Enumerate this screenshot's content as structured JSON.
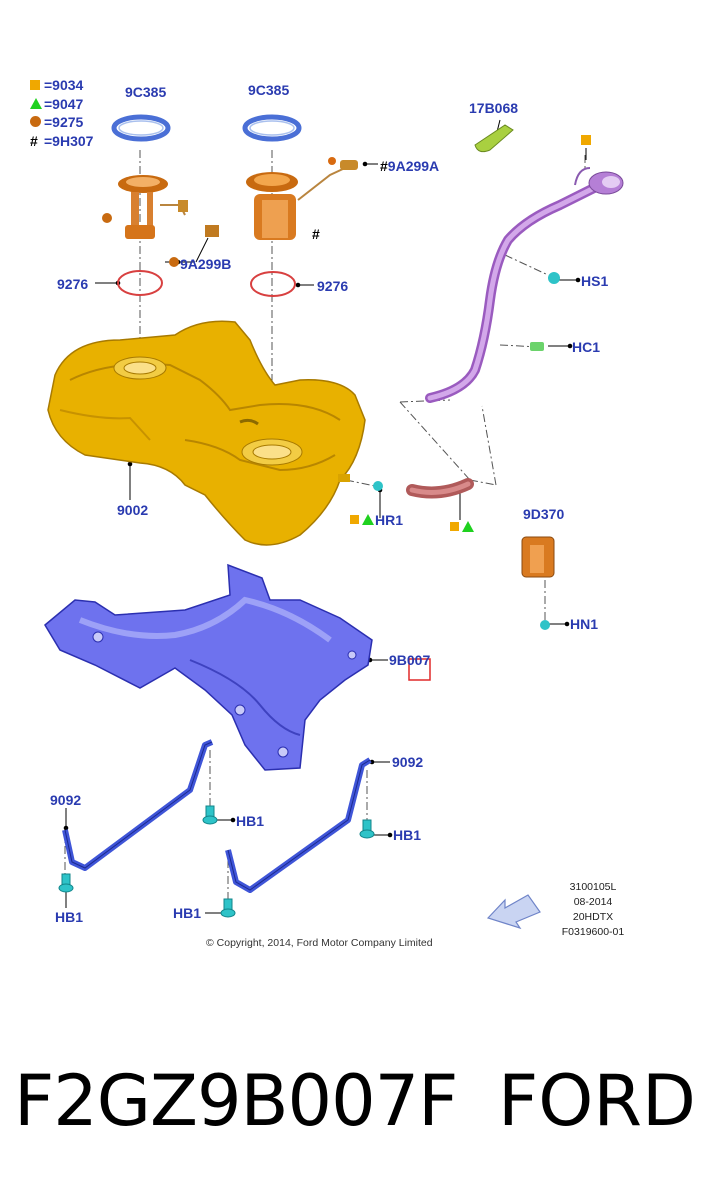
{
  "legend": [
    {
      "icon": "square-icon",
      "color": "#f0a800",
      "text": "=9034"
    },
    {
      "icon": "triangle-icon",
      "color": "#1fd11f",
      "text": "=9047"
    },
    {
      "icon": "circle-icon",
      "color": "#c86a10",
      "text": "=9275"
    },
    {
      "icon": "hash-icon",
      "text": "=9H307"
    }
  ],
  "labels": {
    "ring_left": "9C385",
    "ring_right": "9C385",
    "clip": "17B068",
    "sender": "9A299A",
    "sender_b": "9A299B",
    "seal_left": "9276",
    "seal_right": "9276",
    "hs1": "HS1",
    "hc1": "HC1",
    "tank": "9002",
    "hr1": "HR1",
    "valve": "9D370",
    "hn1": "HN1",
    "shield": "9B007",
    "strap_left": "9092",
    "strap_right": "9092",
    "hb1_a": "HB1",
    "hb1_b": "HB1",
    "hb1_c": "HB1",
    "hb1_d": "HB1",
    "hash_mark": "#"
  },
  "copyright": "© Copyright, 2014, Ford Motor Company Limited",
  "reference": [
    "3100105L",
    "08-2014",
    "20HDTX",
    "F0319600-01"
  ],
  "part_number": "F2GZ9B007F",
  "brand": "FORD",
  "colors": {
    "label_blue": "#2a3bb0",
    "tank_yellow": "#e8b100",
    "shield_blue": "#6a6ef0",
    "pipe_purple": "#c79be0",
    "strap_blue": "#3f55d8"
  }
}
